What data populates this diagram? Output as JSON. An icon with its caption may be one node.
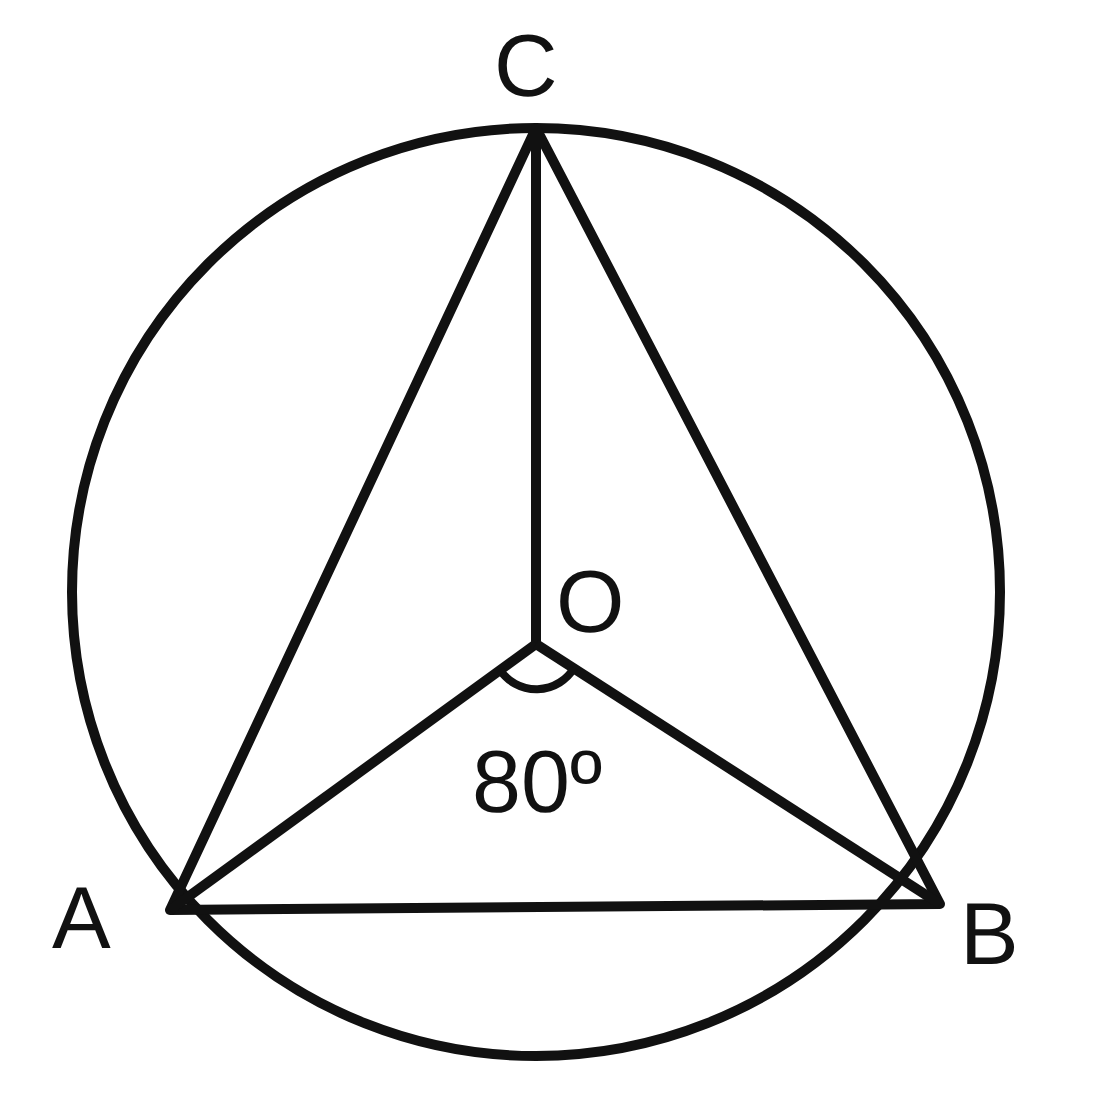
{
  "diagram": {
    "labels": [
      "C",
      "O",
      "80º",
      "A",
      "B"
    ]
  }
}
